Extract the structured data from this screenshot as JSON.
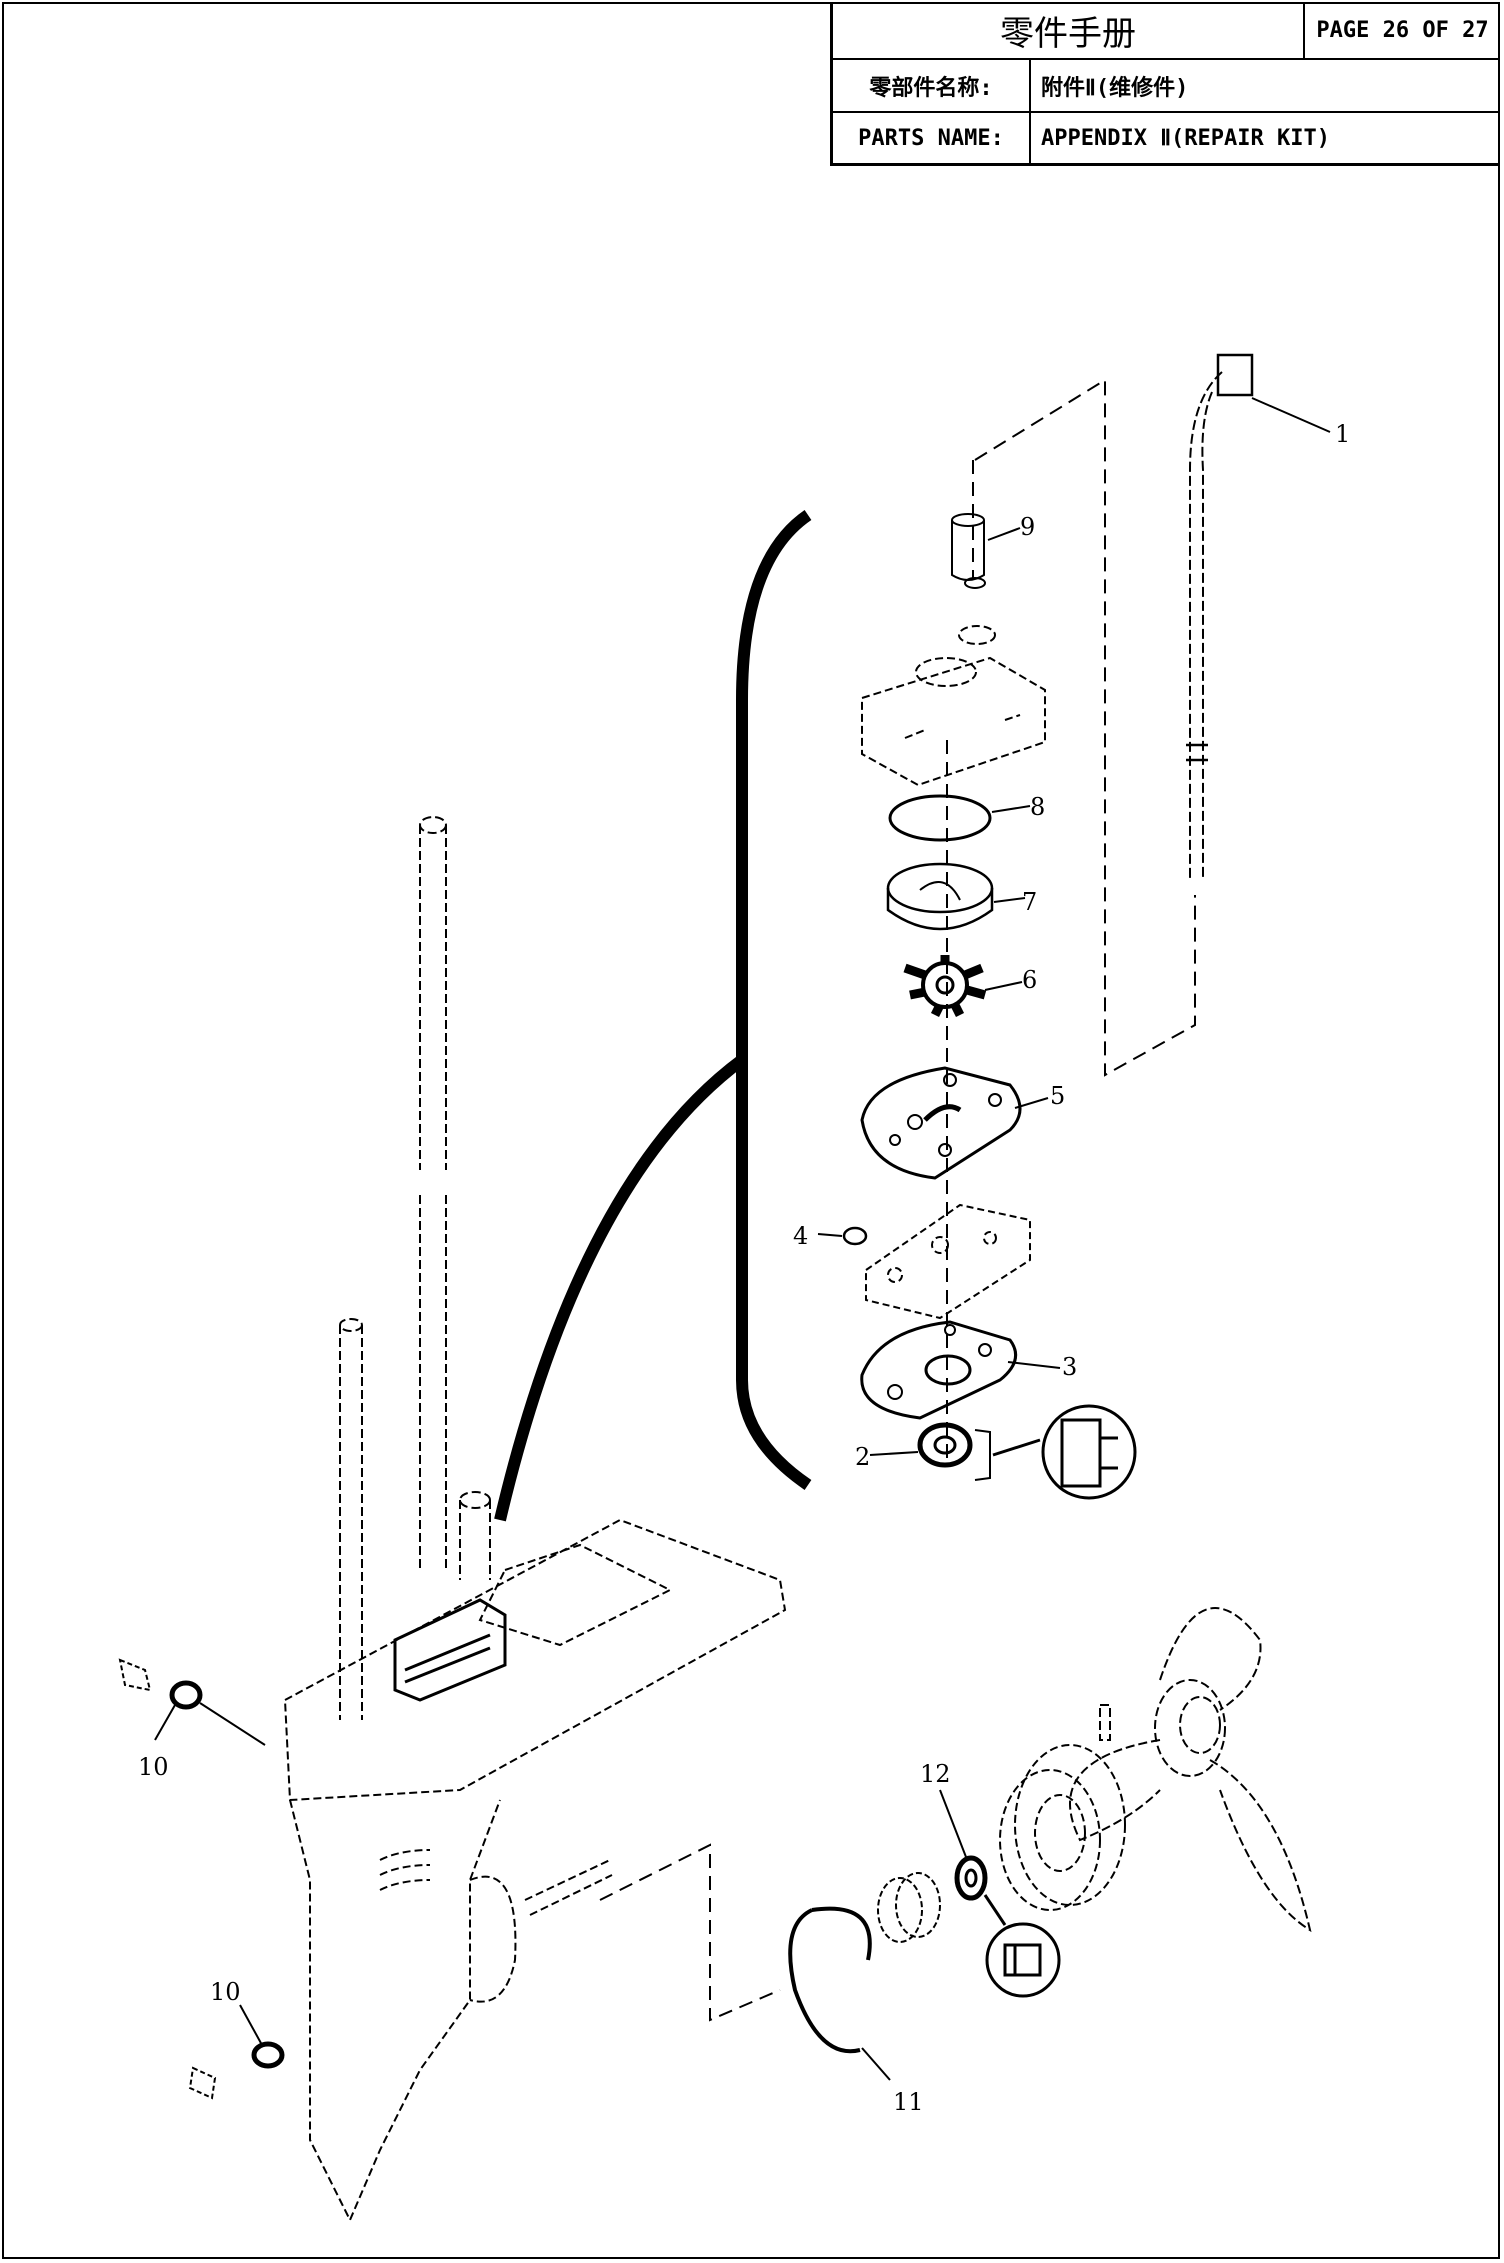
{
  "header": {
    "doc_title": "零件手册",
    "page": "PAGE 26 OF 27",
    "cn_label": "零部件名称:",
    "cn_value": "附件Ⅱ(维修件)",
    "en_label": "PARTS NAME:",
    "en_value": "APPENDIX Ⅱ(REPAIR KIT)"
  },
  "callouts": [
    {
      "id": "1",
      "text": "1"
    },
    {
      "id": "2",
      "text": "2"
    },
    {
      "id": "3",
      "text": "3"
    },
    {
      "id": "4",
      "text": "4"
    },
    {
      "id": "5",
      "text": "5"
    },
    {
      "id": "6",
      "text": "6"
    },
    {
      "id": "7",
      "text": "7"
    },
    {
      "id": "8",
      "text": "8"
    },
    {
      "id": "9",
      "text": "9"
    },
    {
      "id": "10a",
      "text": "10"
    },
    {
      "id": "10b",
      "text": "10"
    },
    {
      "id": "11",
      "text": "11"
    },
    {
      "id": "12",
      "text": "12"
    }
  ]
}
